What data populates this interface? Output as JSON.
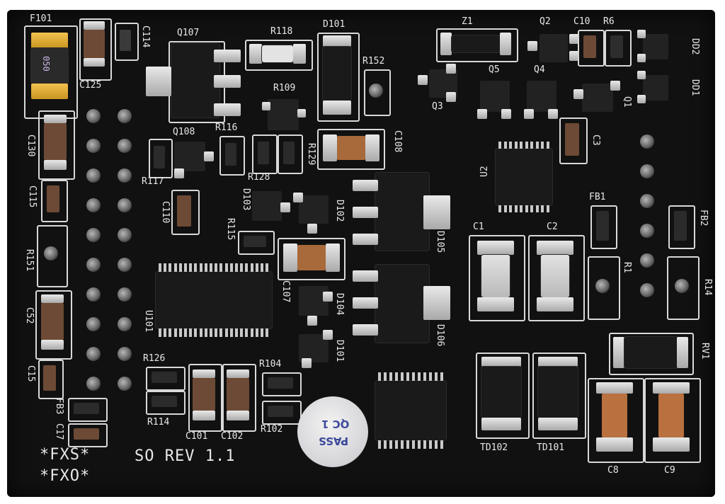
{
  "board": {
    "labels": {
      "f101": "F101",
      "c114": "C114",
      "c125": "C125",
      "q107": "Q107",
      "r118": "R118",
      "d101": "D101",
      "r152": "R152",
      "z1": "Z1",
      "q2": "Q2",
      "c10": "C10",
      "r6": "R6",
      "d02": "DD2",
      "d01": "DD1",
      "q3": "Q3",
      "q5": "Q5",
      "q4": "Q4",
      "q1": "Q1",
      "r109": "R109",
      "c130": "C130",
      "q108": "Q108",
      "r116": "R116",
      "r129": "R129",
      "c108": "C108",
      "c3": "C3",
      "u2": "U2",
      "r117": "R117",
      "r128": "R128",
      "c115": "C115",
      "c110": "C110",
      "d103": "D103",
      "d102": "D102",
      "fb1": "FB1",
      "fb2": "FB2",
      "r115": "R115",
      "c1": "C1",
      "c2": "C2",
      "r151": "R151",
      "d105": "D105",
      "r1": "R1",
      "r14": "R14",
      "c52": "C52",
      "u101": "U101",
      "c107": "C107",
      "d104": "D104",
      "d106": "D106",
      "c15": "C15",
      "d101b": "D101",
      "r126": "R126",
      "r104": "R104",
      "rv1": "RV1",
      "r114": "R114",
      "c101": "C101",
      "c102": "C102",
      "r102": "R102",
      "fb3": "FB3",
      "c17": "C17",
      "td102": "TD102",
      "td101": "TD101",
      "c8": "C8",
      "c9": "C9",
      "fxs": "*FXS*",
      "fxo": "*FXO*",
      "rev": "SO REV 1.1"
    },
    "sticker": {
      "line1": "PASS",
      "line2": "QC 1"
    },
    "fuse_marking": "050"
  }
}
